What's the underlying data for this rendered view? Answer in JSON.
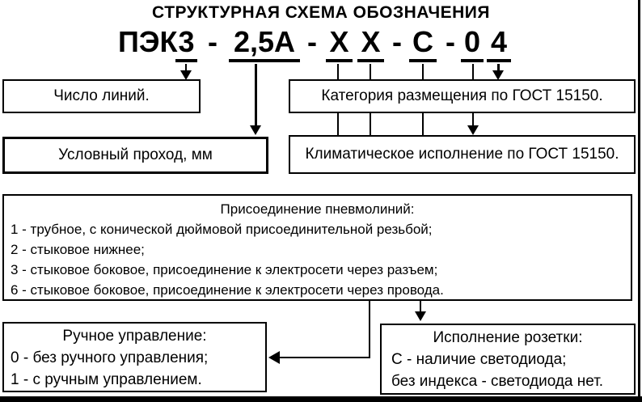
{
  "title": "СТРУКТУРНАЯ СХЕМА ОБОЗНАЧЕНИЯ",
  "code": {
    "prefix": "ПЭК",
    "separator": "-",
    "segments": {
      "lines": "3",
      "bore": "2,5А",
      "pneumo1": "Х",
      "pneumo2": "Х",
      "socket": "С",
      "climate": "0",
      "category": "4"
    }
  },
  "boxes": {
    "lines": {
      "label": "Число линий."
    },
    "bore": {
      "label": "Условный проход, мм"
    },
    "category": {
      "label": "Категория размещения по ГОСТ 15150."
    },
    "climate": {
      "label": "Климатическое исполнение по ГОСТ 15150."
    },
    "pneumo": {
      "title": "Присоединение пневмолиний:",
      "items": [
        "1 - трубное, с конической дюймовой присоединительной резьбой;",
        "2 - стыковое нижнее;",
        "3 - стыковое боковое, присоединение к электросети через разъем;",
        "6 - стыковое боковое, присоединение к электросети через провода."
      ]
    },
    "manual": {
      "title": "Ручное управление:",
      "items": [
        "0 - без ручного управления;",
        "1 - с ручным управлением."
      ]
    },
    "socket": {
      "title": "Исполнение розетки:",
      "items": [
        "С - наличие светодиода;",
        "без индекса - светодиода нет."
      ]
    }
  },
  "colors": {
    "ink": "#000000",
    "background": "#ffffff"
  }
}
